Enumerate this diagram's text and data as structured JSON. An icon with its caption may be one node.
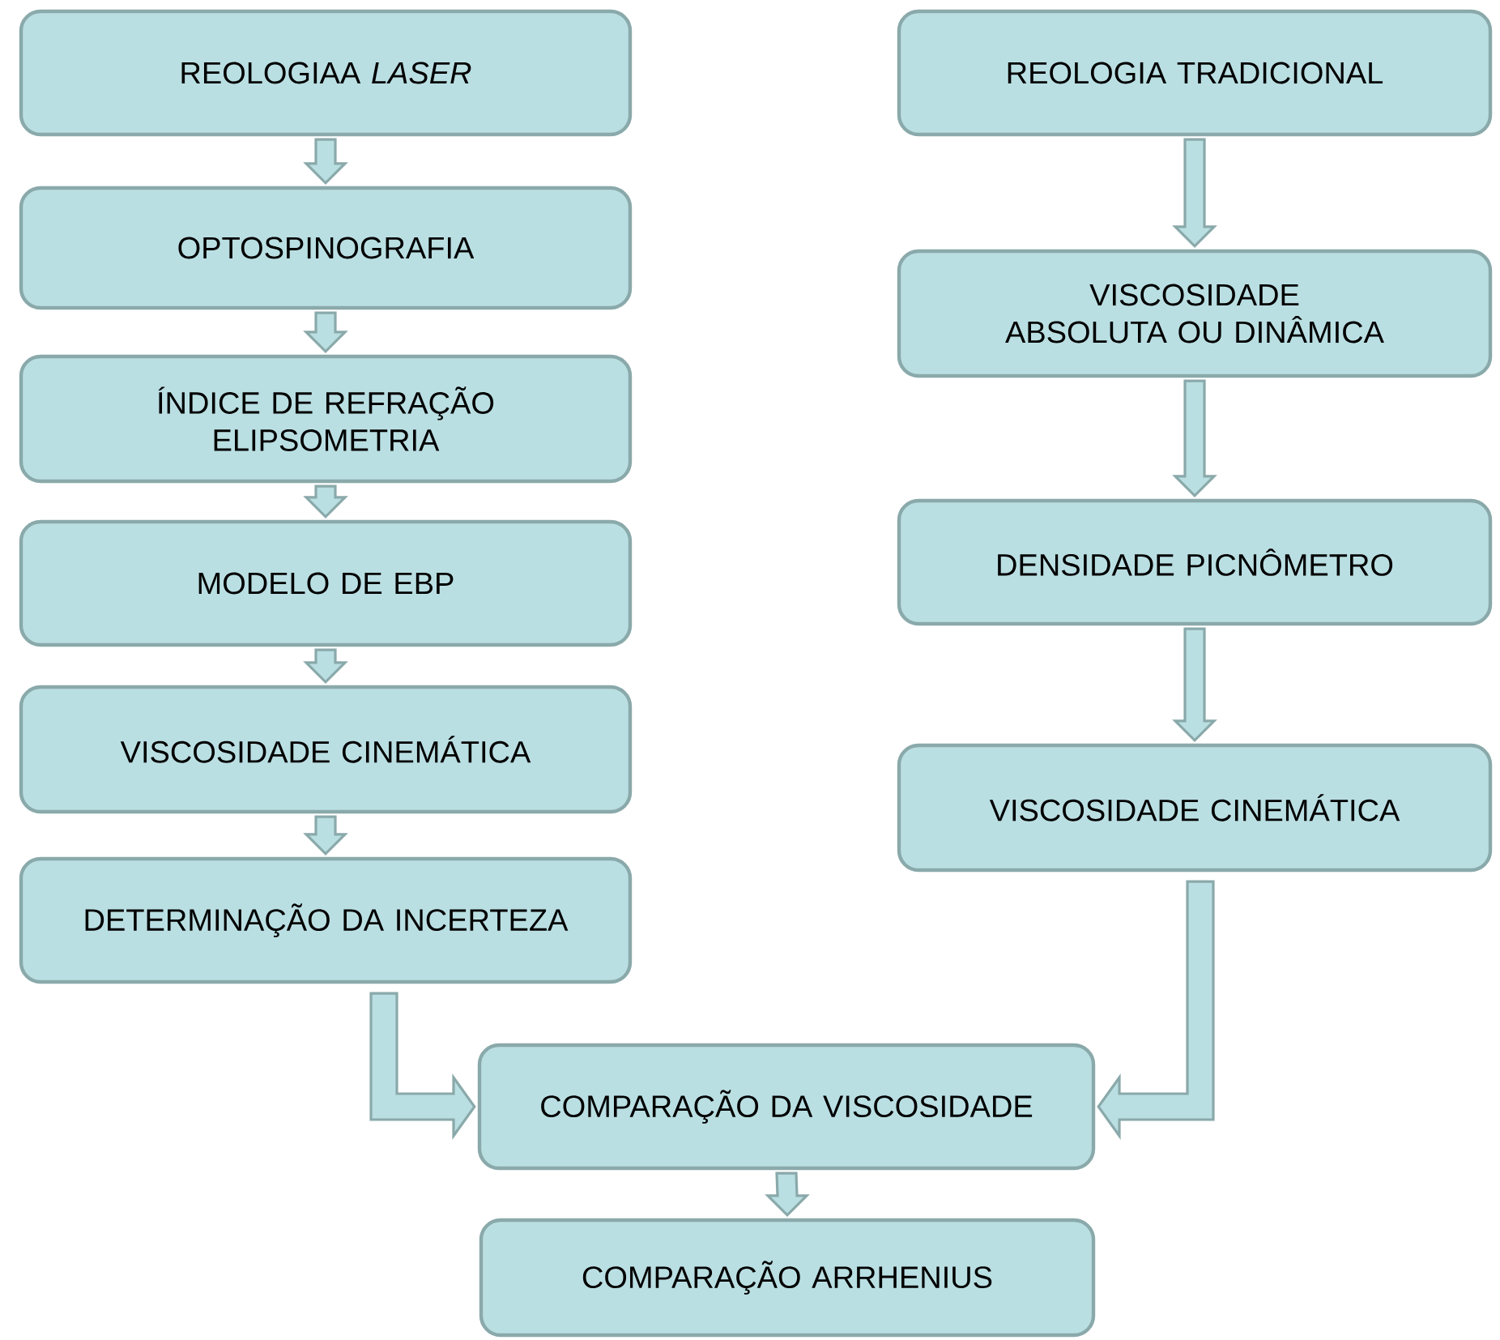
{
  "diagram": {
    "nodes": [
      {
        "text": [
          "REOLOGIAA *LASER*"
        ]
      },
      {
        "text": [
          "OPTOSPINOGRAFIA"
        ]
      },
      {
        "text": [
          "ÍNDICE DE REFRAÇÃO ELIPSOMETRIA"
        ]
      },
      {
        "text": [
          "MODELO DE EBP"
        ]
      },
      {
        "text": [
          "VISCOSIDADE CINEMÁTICA"
        ]
      },
      {
        "text": [
          "DETERMINAÇÃO DA INCERTEZA"
        ]
      },
      {
        "text": [
          "REOLOGIA TRADICIONAL"
        ]
      },
      {
        "text": [
          "VISCOSIDADE ABSOLUTA OU DINÂMICA"
        ]
      },
      {
        "text": [
          "DENSIDADE PICNÔMETRO"
        ]
      },
      {
        "text": [
          "VISCOSIDADE CINEMÁTICA"
        ]
      },
      {
        "text": [
          "COMPARAÇÃO DA VISCOSIDADE"
        ]
      },
      {
        "text": [
          "COMPARAÇÃO ARRHENIUS"
        ]
      }
    ],
    "edges": [
      {
        "from": 0,
        "to": 1,
        "arrow": "to"
      },
      {
        "from": 1,
        "to": 2,
        "arrow": "to"
      },
      {
        "from": 2,
        "to": 3,
        "arrow": "to"
      },
      {
        "from": 3,
        "to": 4,
        "arrow": "to"
      },
      {
        "from": 4,
        "to": 5,
        "arrow": "to"
      },
      {
        "from": 6,
        "to": 7,
        "arrow": "to"
      },
      {
        "from": 7,
        "to": 8,
        "arrow": "to"
      },
      {
        "from": 8,
        "to": 9,
        "arrow": "to"
      },
      {
        "from": 5,
        "to": 10,
        "arrow": "to"
      },
      {
        "from": 9,
        "to": 10,
        "arrow": "to"
      },
      {
        "from": 10,
        "to": 11,
        "arrow": "to"
      }
    ]
  }
}
